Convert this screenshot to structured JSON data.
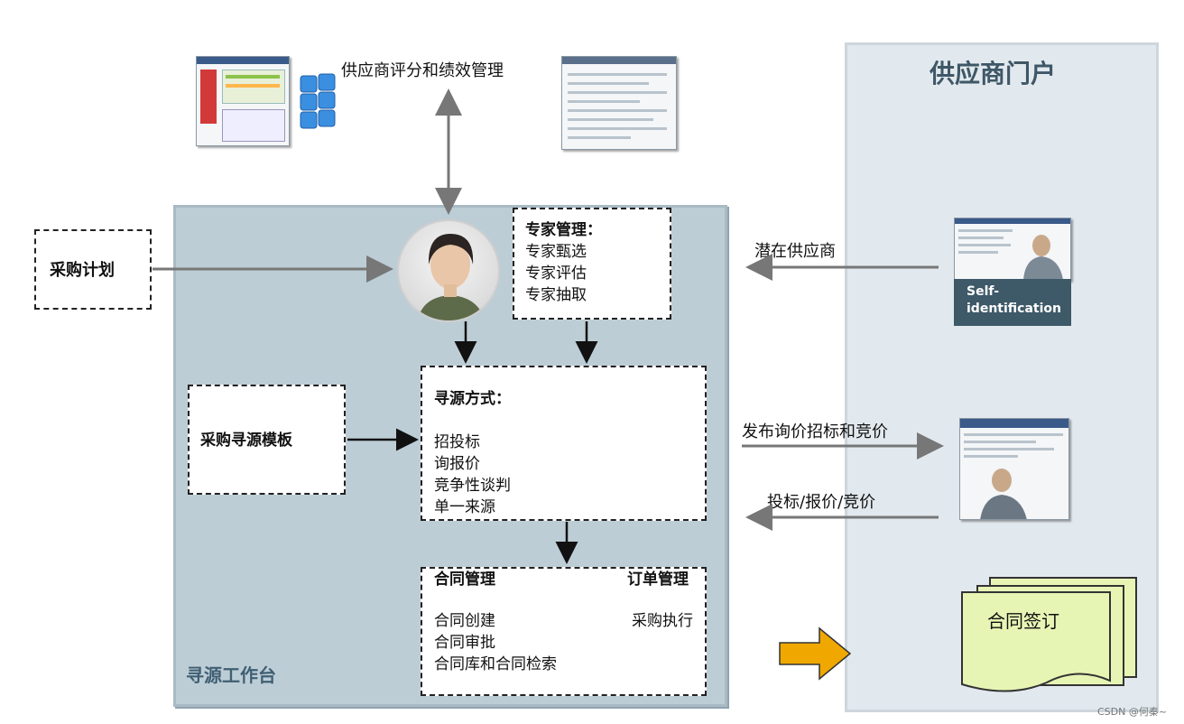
{
  "portal": {
    "title": "供应商门户",
    "potential_supplier": "潜在供应商",
    "self_identification_line1": "Self-",
    "self_identification_line2": "identification",
    "publish_label": "发布询价招标和竞价",
    "bid_label": "投标/报价/竞价",
    "contract_signing": "合同签订"
  },
  "top": {
    "supplier_rating": "供应商评分和绩效管理"
  },
  "purchase_plan": "采购计划",
  "workbench": {
    "title": "寻源工作台",
    "template": "采购寻源模板",
    "expert": {
      "title": "专家管理：",
      "items": [
        "专家甄选",
        "专家评估",
        "专家抽取"
      ]
    },
    "sourcing": {
      "title": "寻源方式：",
      "items": [
        "招投标",
        "询报价",
        "竞争性谈判",
        "单一来源"
      ]
    },
    "contract": {
      "title": "合同管理",
      "items": [
        "合同创建",
        "合同审批",
        "合同库和合同检索"
      ]
    },
    "order": {
      "title": "订单管理",
      "items": [
        "采购执行"
      ]
    }
  },
  "watermark": "CSDN @何秦~",
  "colors": {
    "portal_bg": "#e2e9ee",
    "workbench_bg": "#bdcdd6",
    "arrow_gray": "#777777",
    "arrow_orange": "#f0a800",
    "paper": "#e6f5b4"
  }
}
